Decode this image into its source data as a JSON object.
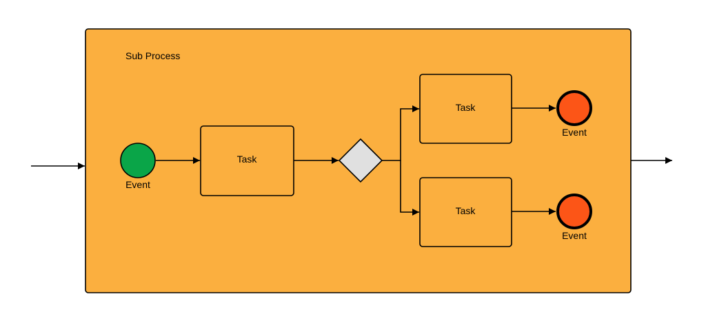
{
  "diagram": {
    "subprocess": {
      "label": "Sub Process",
      "fill": "#fbaf3f"
    },
    "start_event": {
      "label": "Event",
      "fill": "#0aa548"
    },
    "task_main": {
      "label": "Task"
    },
    "task_top": {
      "label": "Task"
    },
    "task_bottom": {
      "label": "Task"
    },
    "gateway": {
      "fill": "#e0e0e0"
    },
    "end_event_top": {
      "label": "Event",
      "fill": "#fc5517"
    },
    "end_event_bottom": {
      "label": "Event",
      "fill": "#fc5517"
    }
  }
}
